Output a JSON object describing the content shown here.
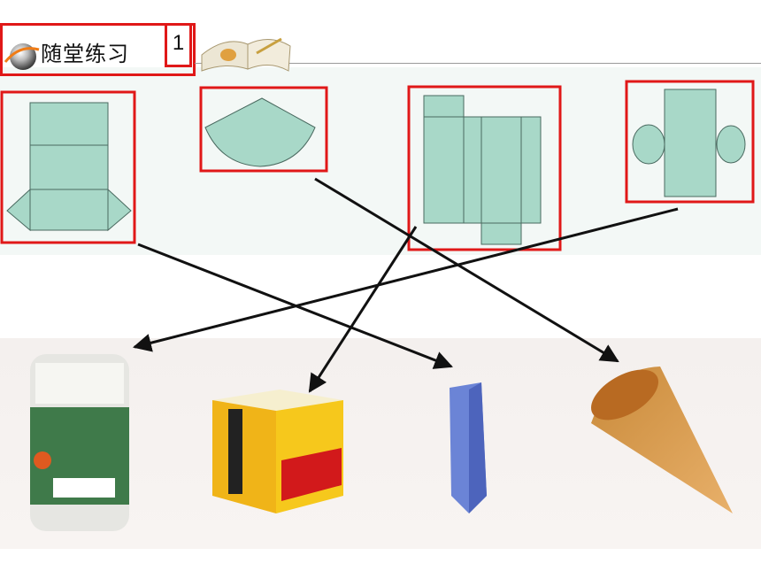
{
  "header": {
    "title": "随堂练习",
    "number": "1"
  },
  "nets": [
    {
      "id": "triangular-prism-net"
    },
    {
      "id": "cone-net"
    },
    {
      "id": "rectangular-prism-net"
    },
    {
      "id": "cylinder-net"
    }
  ],
  "objects": [
    {
      "id": "cylinder-jar"
    },
    {
      "id": "rectangular-box"
    },
    {
      "id": "triangular-prism"
    },
    {
      "id": "cone"
    }
  ],
  "colors": {
    "highlight": "#e01818",
    "net_fill": "#a8d8c8",
    "net_stroke": "#4a6a60",
    "arrow": "#111111"
  }
}
